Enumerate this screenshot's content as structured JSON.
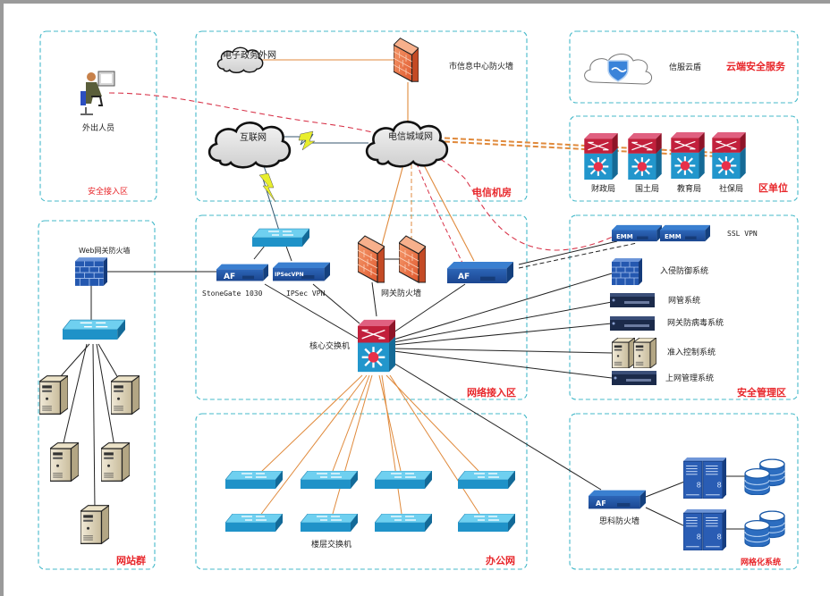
{
  "zones": {
    "secure_access": "安全接入区",
    "telecom_room": "电信机房",
    "cloud_service": "云端安全服务",
    "district_units": "区单位",
    "website_group": "网站群",
    "network_access": "网络接入区",
    "security_mgmt": "安全管理区",
    "office_network": "办公网",
    "grid_system": "网格化系统"
  },
  "nodes": {
    "remote_user": "外出人员",
    "egov_extranet": "电子政务外网",
    "city_center_firewall": "市信息中心防火墙",
    "internet": "互联网",
    "telecom_metro": "电信城域网",
    "xinfu_cloud_shield": "信服云盾",
    "district_units": [
      "财政局",
      "国土局",
      "教育局",
      "社保局"
    ],
    "web_gateway_firewall": "Web网关防火墙",
    "stonegate": "StoneGate 1030",
    "ipsec_vpn": "IPSec VPN",
    "ipsec_vpn_badge": "IPSecVPN",
    "af_badge": "AF",
    "gateway_firewall": "网关防火墙",
    "core_switch": "核心交换机",
    "ssl_vpn": "SSL VPN",
    "emm_badge": "EMM",
    "security_systems": [
      "入侵防御系统",
      "网管系统",
      "网关防病毒系统",
      "准入控制系统",
      "上网管理系统"
    ],
    "floor_switch": "楼层交换机",
    "sike_firewall": "思科防火墙"
  },
  "colors": {
    "zone_border": "#45b9c9",
    "zone_label": "#e8262a",
    "orange_link": "#e08a3c",
    "vpn_dashed": "#d8344a",
    "switch_blue": "#2a9fd0",
    "firewall_orange": "#f07a50",
    "device_navy": "#1f4f9a"
  }
}
